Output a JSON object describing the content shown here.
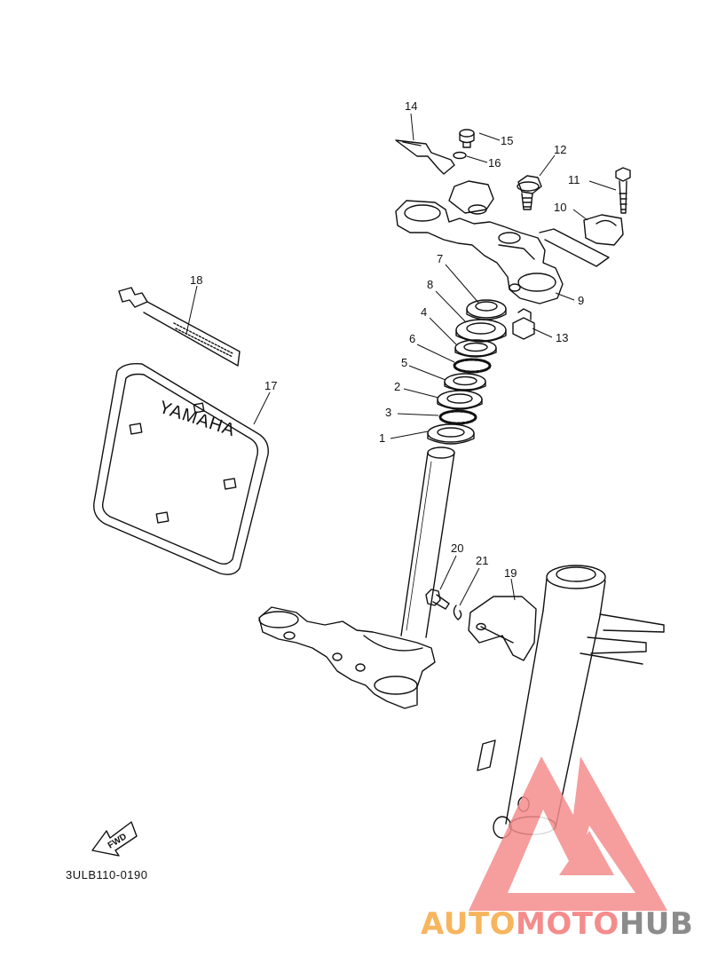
{
  "diagram": {
    "part_code": "3ULB110-0190",
    "fwd_label": "FWD",
    "plate_text": "YAMAHA",
    "callouts": [
      "1",
      "2",
      "3",
      "4",
      "5",
      "6",
      "7",
      "8",
      "9",
      "10",
      "11",
      "12",
      "13",
      "14",
      "15",
      "16",
      "17",
      "18",
      "19",
      "20",
      "21"
    ]
  },
  "watermark": {
    "auto": "AUTO",
    "moto": "MOTO",
    "hub": "HUB",
    "colors": {
      "auto": "#f7b55e",
      "moto": "#f58c8c",
      "hub": "#8c8c8c",
      "logo": "#f58c8c"
    }
  }
}
